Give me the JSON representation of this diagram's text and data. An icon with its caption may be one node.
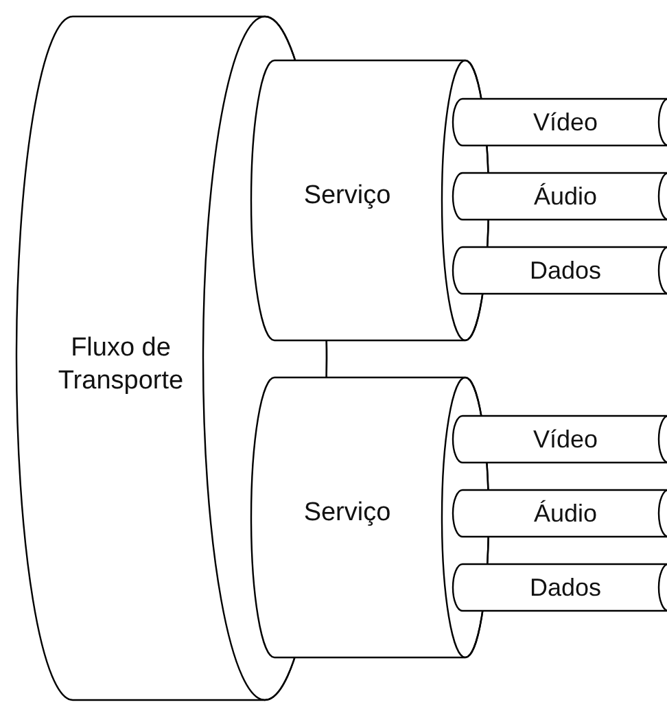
{
  "diagram": {
    "nodes": [
      {
        "text": [
          "Fluxo de Transporte"
        ]
      },
      {
        "text": [
          "Serviço"
        ]
      },
      {
        "text": [
          "Vídeo"
        ]
      },
      {
        "text": [
          "Áudio"
        ]
      },
      {
        "text": [
          "Dados"
        ]
      },
      {
        "text": [
          "Serviço"
        ]
      },
      {
        "text": [
          "Vídeo"
        ]
      },
      {
        "text": [
          "Áudio"
        ]
      },
      {
        "text": [
          "Dados"
        ]
      }
    ]
  }
}
